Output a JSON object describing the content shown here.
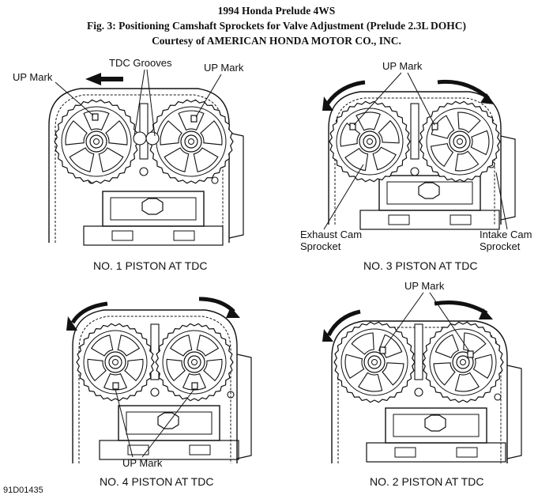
{
  "header": {
    "line1": "1994 Honda Prelude 4WS",
    "line2": "Fig. 3: Positioning Camshaft Sprockets for Valve Adjustment (Prelude 2.3L DOHC)",
    "line3": "Courtesy of AMERICAN HONDA MOTOR CO., INC."
  },
  "panels": {
    "p1": {
      "caption": "NO. 1 PISTON AT TDC",
      "label_up_left": "UP Mark",
      "label_tdc": "TDC Grooves",
      "label_up_right": "UP Mark"
    },
    "p3": {
      "caption": "NO. 3 PISTON AT TDC",
      "label_up": "UP Mark",
      "label_exhaust": "Exhaust Cam\nSprocket",
      "label_intake": "Intake Cam\nSprocket"
    },
    "p4": {
      "caption": "NO. 4 PISTON AT TDC",
      "label_up": "UP Mark"
    },
    "p2": {
      "caption": "NO. 2 PISTON AT TDC",
      "label_up": "UP Mark"
    }
  },
  "figure_code": "91D01435",
  "colors": {
    "ink": "#111111",
    "paper": "#ffffff"
  }
}
